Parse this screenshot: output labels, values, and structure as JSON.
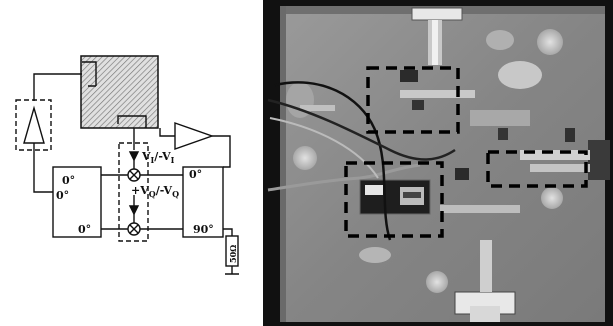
{
  "figure": {
    "left_panel": "circuit-schematic",
    "right_panel": "pcb-photograph"
  },
  "schematic": {
    "hybrid_left": {
      "top_port": "0°",
      "mid_port": "0°",
      "bottom_port": "0°"
    },
    "hybrid_right": {
      "top_port": "0°",
      "bottom_port": "90°"
    },
    "voltage_i": {
      "main": "V",
      "sub": "I",
      "mid": "/-V",
      "sub2": "I"
    },
    "voltage_q": {
      "prefix": "+V",
      "sub": "Q",
      "mid": "/-V",
      "sub2": "Q"
    },
    "termination": {
      "value": "50Ω"
    }
  },
  "colors": {
    "ink": "#111111",
    "hatch": "#777777",
    "board": "#8f8f8f",
    "background": "#ffffff"
  }
}
